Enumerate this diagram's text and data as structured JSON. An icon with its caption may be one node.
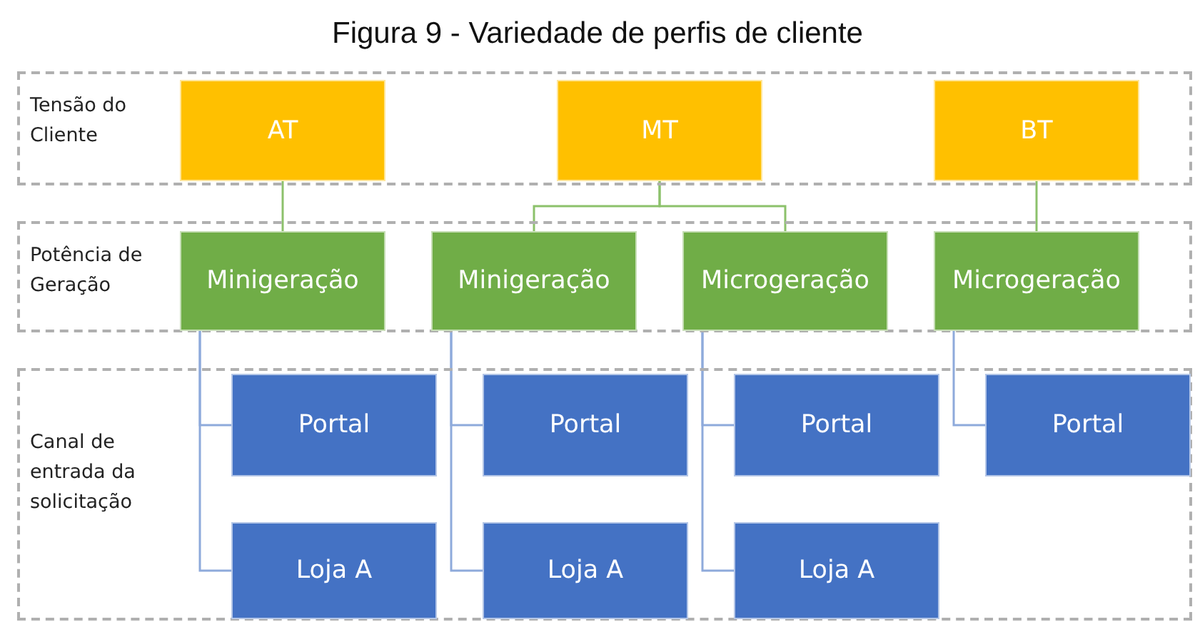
{
  "diagram": {
    "title": "Figura 9 - Variedade de perfis de cliente",
    "nodes": [
      {
        "text": [
          "Tensão do Cliente"
        ]
      },
      {
        "text": [
          "AT"
        ],
        "in": 0
      },
      {
        "text": [
          "MT"
        ],
        "in": 0
      },
      {
        "text": [
          "BT"
        ],
        "in": 0
      },
      {
        "text": [
          "Potência de Geração"
        ]
      },
      {
        "text": [
          "Minigeração"
        ],
        "in": 4
      },
      {
        "text": [
          "Minigeração"
        ],
        "in": 4
      },
      {
        "text": [
          "Microgeração"
        ],
        "in": 4
      },
      {
        "text": [
          "Microgeração"
        ],
        "in": 4
      },
      {
        "text": [
          "Canal de entrada da solicitação"
        ]
      },
      {
        "text": [
          "Portal"
        ],
        "in": 9
      },
      {
        "text": [
          "Loja A"
        ],
        "in": 9
      },
      {
        "text": [
          "Portal"
        ],
        "in": 9
      },
      {
        "text": [
          "Loja A"
        ],
        "in": 9
      },
      {
        "text": [
          "Portal"
        ],
        "in": 9
      },
      {
        "text": [
          "Loja A"
        ],
        "in": 9
      },
      {
        "text": [
          "Portal"
        ],
        "in": 9
      }
    ],
    "edges": [
      {
        "from": 1,
        "to": 5,
        "arrow": "none",
        "color": "#8cc16b"
      },
      {
        "from": 2,
        "to": 6,
        "arrow": "none",
        "color": "#8cc16b"
      },
      {
        "from": 2,
        "to": 7,
        "arrow": "none",
        "color": "#8cc16b"
      },
      {
        "from": 3,
        "to": 8,
        "arrow": "none",
        "color": "#8cc16b"
      },
      {
        "from": 5,
        "to": 10,
        "arrow": "none"
      },
      {
        "from": 5,
        "to": 11,
        "arrow": "none"
      },
      {
        "from": 6,
        "to": 12,
        "arrow": "none"
      },
      {
        "from": 6,
        "to": 13,
        "arrow": "none"
      },
      {
        "from": 7,
        "to": 14,
        "arrow": "none"
      },
      {
        "from": 7,
        "to": 15,
        "arrow": "none"
      },
      {
        "from": 8,
        "to": 16,
        "arrow": "none"
      }
    ]
  }
}
